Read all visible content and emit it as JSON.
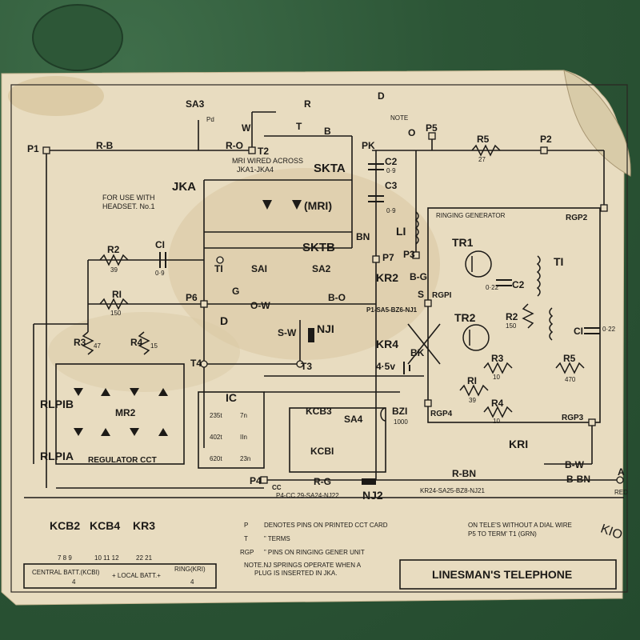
{
  "title": "LINESMAN'S TELEPHONE",
  "note_headset": [
    "FOR USE WITH",
    "HEADSET. No.1"
  ],
  "mri_note": [
    "MRI WIRED ACROSS",
    "JKA1-JKA4"
  ],
  "labels": {
    "sa3": "SA3",
    "p1": "P1",
    "r_b": "R-B",
    "r_o": "R-O",
    "t2": "T2",
    "w": "W",
    "b": "B",
    "r": "R",
    "t": "T",
    "note": "NOTE",
    "d": "D",
    "o": "O",
    "p5": "P5",
    "r5": "R5",
    "r5_val": "27",
    "p2": "P2",
    "sktA": "SKTA",
    "sktB": "SKTB",
    "mri": "(MRI)",
    "jka": "JKA",
    "c2": "C2",
    "c2_val": "0·9",
    "c3": "C3",
    "c3_val": "0·9",
    "pk": "PK",
    "bn": "BN",
    "l1": "LI",
    "ringing_generator": "RINGING GENERATOR",
    "rgp2": "RGP2",
    "tr1": "TR1",
    "t1": "TI",
    "c2b": "C2",
    "c2b_val": "0·22",
    "r2": "R2",
    "r2_val": "39",
    "c1": "CI",
    "c1_val": "0·9",
    "t1pin": "TI",
    "sa1": "SAI",
    "sa2": "SA2",
    "p7": "P7",
    "p3": "P3",
    "kr2": "KR2",
    "rgp1": "RGPI",
    "b_g": "B-G",
    "s": "S",
    "r1": "RI",
    "r1_val": "150",
    "p6": "P6",
    "o_w": "O-W",
    "b_o": "B-O",
    "nj1": "NJI",
    "s_w": "S-W",
    "pd": "Pd",
    "kr4": "KR4",
    "bk": "BK",
    "tr2": "TR2",
    "r2b": "R2",
    "r2b_val": "150",
    "c1b": "CI",
    "c1b_val": "0·22",
    "r3": "R3",
    "r3_val": "47",
    "r4": "R4",
    "r4_val": "15",
    "t4": "T4",
    "g": "G",
    "t3": "T3",
    "v45": "4·5v",
    "r3b": "R3",
    "r3b_val": "10",
    "r1b": "RI",
    "r1b_val": "39",
    "r5b": "R5",
    "r5b_val": "470",
    "r4b": "R4",
    "r4b_val": "10",
    "rlp1b": "RLPIB",
    "rlp1a": "RLPIA",
    "mr2": "MR2",
    "regulator": "REGULATOR CCT",
    "ic": "IC",
    "ic1": "235t",
    "ic1b": "7n",
    "ic2": "402t",
    "ic2b": "IIn",
    "ic3": "620t",
    "ic3b": "23n",
    "kcb3": "KCB3",
    "kcb1": "KCBI",
    "sa4": "SA4",
    "bz1": "BZI",
    "bz1_val": "1000",
    "rgp4": "RGP4",
    "rgp3": "RGP3",
    "kr1": "KRI",
    "b_w": "B-W",
    "b_bn": "B-BN",
    "a": "A",
    "red": "RED",
    "p4": "P4",
    "r_g": "R-G",
    "nj2": "NJ2",
    "r_bn": "R-BN",
    "p4_route": "P4-CC 29-SA24-NJ22",
    "kr_route": "KR24-SA25-BZ8-NJ21",
    "p1_route": "P1-SA5-BZ6-NJ1",
    "cc": "CC"
  },
  "legend": [
    {
      "sym": "P",
      "text": "DENOTES PINS ON PRINTED CCT CARD"
    },
    {
      "sym": "T",
      "text": "”   TERMS"
    },
    {
      "sym": "RGP",
      "text": "”   PINS ON RINGING GENER UNIT"
    }
  ],
  "nj_note": [
    "NOTE.NJ SPRINGS OPERATE WHEN A",
    "PLUG IS INSERTED IN JKA."
  ],
  "dial_note": [
    "ON TELE'S WITHOUT A DIAL WIRE",
    "P5 TO TERM' T1 (GRN)"
  ],
  "keys": [
    {
      "name": "KCB2",
      "pins": "7 8 9"
    },
    {
      "name": "KCB4",
      "pins": "10 11 12"
    },
    {
      "name": "KR3",
      "pins": "22 21"
    }
  ],
  "batt": {
    "central": "CENTRAL BATT.(KCBI)",
    "central_sub": "4",
    "local": "+ LOCAL BATT.+",
    "ring": "RING(KRI)",
    "ring_sub": "4"
  },
  "handwriting": "KIO"
}
